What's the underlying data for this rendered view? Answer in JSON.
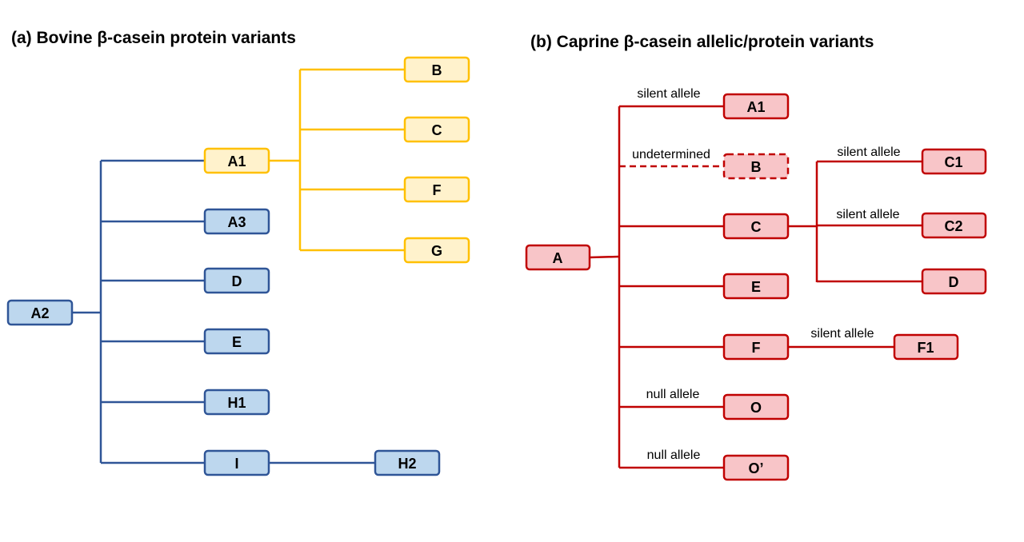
{
  "panel_a": {
    "title": "(a) Bovine β-casein protein variants",
    "colors": {
      "line": "#2f5597",
      "node_fill": "#bdd7ee",
      "node_stroke": "#2f5597",
      "branch_line": "#ffc000",
      "branch_fill": "#fff2cc",
      "branch_stroke": "#ffc000"
    },
    "root": "A2",
    "nodes": [
      "A1",
      "A3",
      "D",
      "E",
      "H1",
      "I"
    ],
    "a1_children": [
      "B",
      "C",
      "F",
      "G"
    ],
    "i_children": [
      "H2"
    ]
  },
  "panel_b": {
    "title": "(b) Caprine β-casein allelic/protein variants",
    "colors": {
      "line": "#c00000",
      "node_fill": "#f8c5c8",
      "node_stroke": "#c00000"
    },
    "root": "A",
    "nodes": [
      {
        "label": "A1",
        "edge_label": "silent allele",
        "dashed": false
      },
      {
        "label": "B",
        "edge_label": "undetermined",
        "dashed": true
      },
      {
        "label": "C",
        "edge_label": "",
        "dashed": false
      },
      {
        "label": "E",
        "edge_label": "",
        "dashed": false
      },
      {
        "label": "F",
        "edge_label": "",
        "dashed": false
      },
      {
        "label": "O",
        "edge_label": "null allele",
        "dashed": false
      },
      {
        "label": "O’",
        "edge_label": "null allele",
        "dashed": false
      }
    ],
    "c_children": [
      {
        "label": "C1",
        "edge_label": "silent allele"
      },
      {
        "label": "C2",
        "edge_label": "silent allele"
      },
      {
        "label": "D",
        "edge_label": ""
      }
    ],
    "f_children": [
      {
        "label": "F1",
        "edge_label": "silent allele"
      }
    ]
  }
}
